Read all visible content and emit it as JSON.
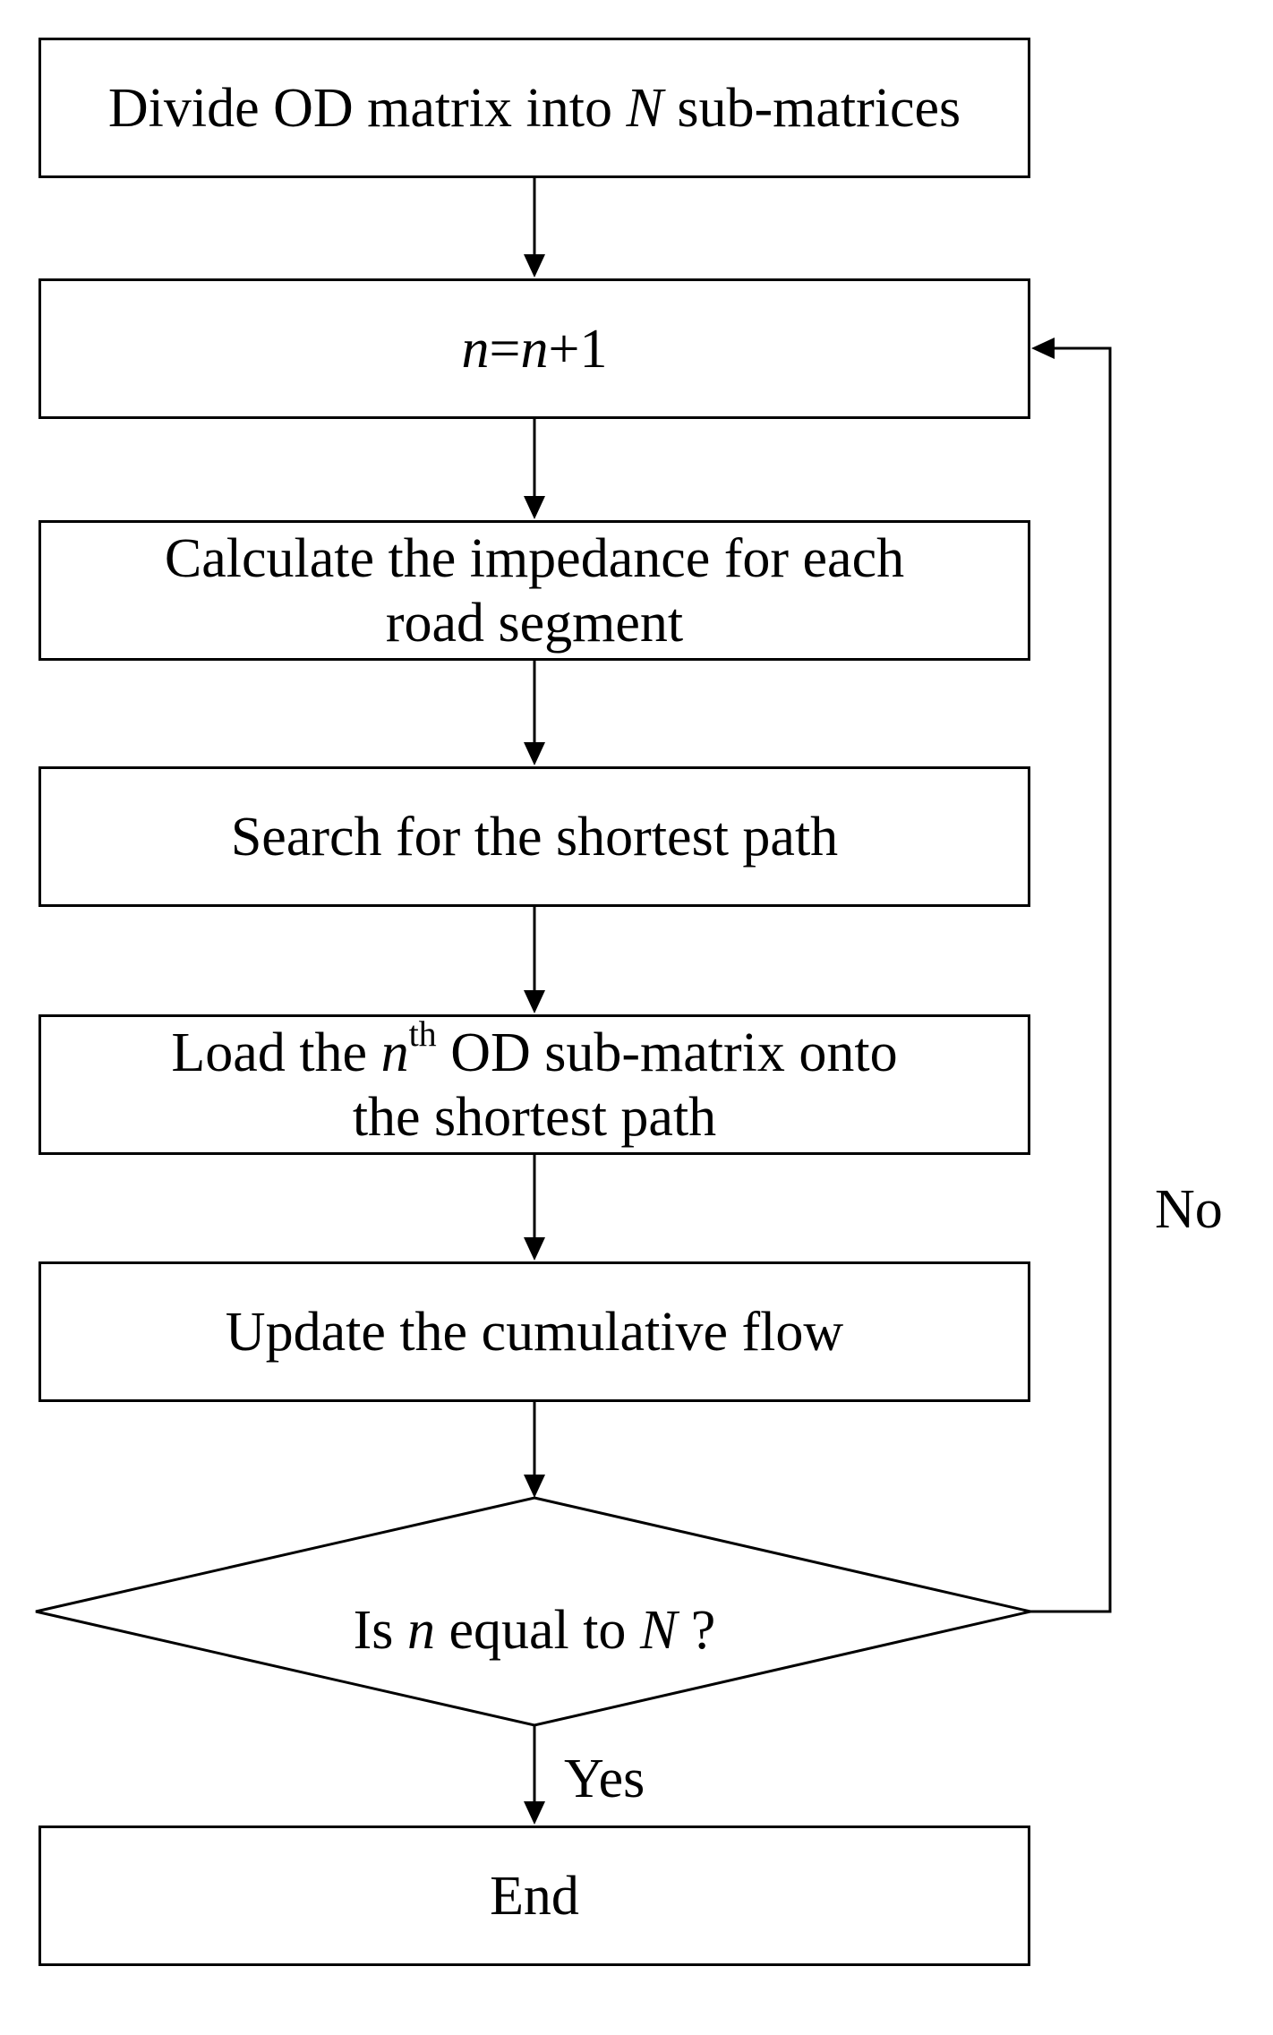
{
  "steps": {
    "divide": {
      "text_before": "Divide OD matrix into ",
      "var": "N",
      "text_after": " sub-matrices"
    },
    "increment": {
      "var1": "n",
      "eq": "=",
      "var2": "n",
      "plus_one": "+1"
    },
    "impedance": {
      "line1": "Calculate the impedance for each",
      "line2": "road segment"
    },
    "search": {
      "text": "Search for the shortest path"
    },
    "load": {
      "text_before": "Load the ",
      "var": "n",
      "sup": "th",
      "text_after": " OD sub-matrix onto",
      "line2": "the shortest path"
    },
    "update": {
      "text": "Update the cumulative flow"
    },
    "end": {
      "text": "End"
    }
  },
  "decision": {
    "text_before": "Is ",
    "var_n": "n",
    "text_middle": " equal to ",
    "var_N": "N",
    "text_after": " ?"
  },
  "branches": {
    "yes": "Yes",
    "no": "No"
  },
  "colors": {
    "stroke": "#000000",
    "background": "#ffffff"
  }
}
